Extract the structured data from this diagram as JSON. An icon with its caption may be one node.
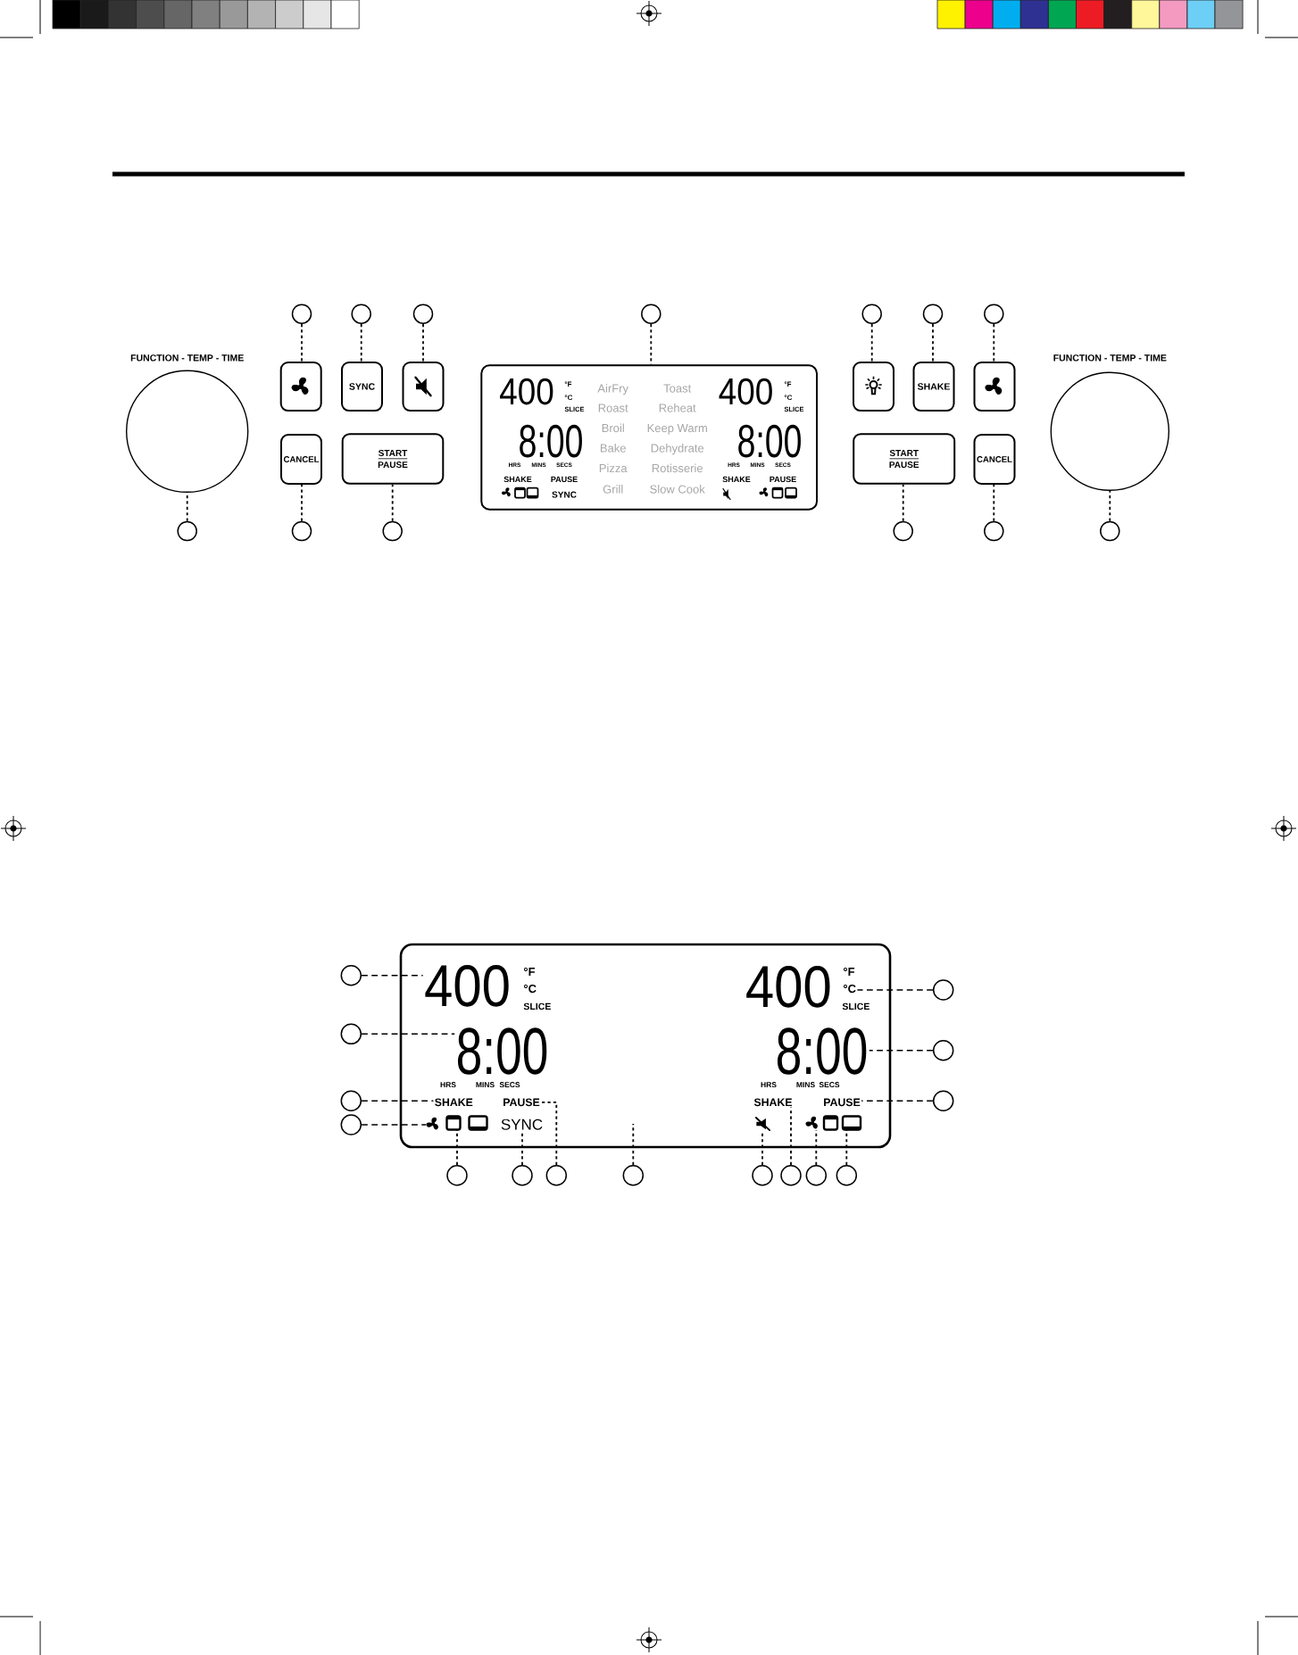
{
  "diagram": {
    "nodes": [
      {
        "text": [
          "FUNCTION - TEMP - TIME"
        ]
      },
      {
        "text": [],
        "shape": "box"
      },
      {
        "text": [
          "SYNC"
        ]
      },
      {
        "text": [],
        "shape": "box"
      },
      {
        "text": [
          "CANCEL"
        ]
      },
      {
        "text": [
          "START",
          "PAUSE"
        ]
      },
      {
        "text": [
          "400",
          "°F",
          "°C",
          "SLICE",
          "8:00",
          "HRS",
          "MINS",
          "SECS",
          "SHAKE",
          "PAUSE",
          "SYNC",
          "AirFry",
          "Toast",
          "Roast",
          "Reheat",
          "Broil",
          "Keep Warm",
          "Bake",
          "Dehydrate",
          "Pizza",
          "Rotisserie",
          "Grill",
          "Slow Cook",
          "400",
          "°F",
          "°C",
          "SLICE",
          "8:00",
          "HRS",
          "MINS",
          "SECS",
          "SHAKE",
          "PAUSE"
        ]
      },
      {
        "text": [],
        "shape": "box"
      },
      {
        "text": [
          "SHAKE"
        ]
      },
      {
        "text": [],
        "shape": "box"
      },
      {
        "text": [
          "START",
          "PAUSE"
        ]
      },
      {
        "text": [
          "CANCEL"
        ]
      },
      {
        "text": [
          "FUNCTION - TEMP - TIME"
        ]
      },
      {
        "text": [],
        "shape": "circle"
      },
      {
        "text": [],
        "shape": "circle"
      },
      {
        "text": [],
        "shape": "circle"
      },
      {
        "text": [],
        "shape": "circle"
      },
      {
        "text": [],
        "shape": "circle"
      },
      {
        "text": [],
        "shape": "circle"
      },
      {
        "text": [],
        "shape": "circle"
      },
      {
        "text": [],
        "shape": "circle"
      },
      {
        "text": [],
        "shape": "circle"
      },
      {
        "text": [],
        "shape": "circle"
      },
      {
        "text": [],
        "shape": "circle"
      },
      {
        "text": [],
        "shape": "circle"
      },
      {
        "text": [],
        "shape": "circle"
      },
      {
        "text": [
          "°F",
          "°C",
          "SLICE",
          "HRS",
          "MINS",
          "SECS",
          "400",
          "°F",
          "SLICE",
          "HRS",
          "MINS",
          "SECS"
        ]
      },
      {
        "text": [
          "400"
        ],
        "in": 26
      },
      {
        "text": [
          "8:00"
        ],
        "in": 26
      },
      {
        "text": [
          "SHAKE"
        ],
        "in": 26
      },
      {
        "text": [
          "PAUSE"
        ],
        "in": 26
      },
      {
        "text": [],
        "shape": "picture",
        "in": 26
      },
      {
        "text": [],
        "shape": "picture",
        "in": 26
      },
      {
        "text": [
          "SYNC"
        ],
        "in": 26
      },
      {
        "text": [
          "°C"
        ],
        "in": 26
      },
      {
        "text": [
          "8:00"
        ],
        "in": 26
      },
      {
        "text": [
          "SHAKE"
        ],
        "in": 26
      },
      {
        "text": [
          "PAUSE"
        ],
        "in": 26
      },
      {
        "text": [],
        "shape": "picture",
        "in": 26
      },
      {
        "text": [],
        "shape": "picture",
        "in": 26
      },
      {
        "text": [],
        "shape": "picture",
        "in": 26
      },
      {
        "text": [],
        "shape": "circle"
      },
      {
        "text": [],
        "shape": "circle"
      },
      {
        "text": [],
        "shape": "circle"
      },
      {
        "text": [],
        "shape": "circle"
      },
      {
        "text": [],
        "shape": "circle"
      },
      {
        "text": [],
        "shape": "circle"
      },
      {
        "text": [],
        "shape": "circle"
      },
      {
        "text": [],
        "shape": "circle"
      },
      {
        "text": [],
        "shape": "circle"
      },
      {
        "text": [],
        "shape": "circle"
      },
      {
        "text": [],
        "shape": "circle"
      },
      {
        "text": [],
        "shape": "circle"
      },
      {
        "text": [],
        "shape": "circle"
      },
      {
        "text": [],
        "shape": "circle"
      },
      {
        "text": [],
        "shape": "circle"
      }
    ],
    "edges": [
      {
        "from": 13,
        "to": 1,
        "arrow": "none"
      },
      {
        "from": 14,
        "to": 2,
        "arrow": "none"
      },
      {
        "from": 15,
        "to": 3,
        "arrow": "none"
      },
      {
        "from": 16,
        "to": 6,
        "arrow": "none"
      },
      {
        "from": 17,
        "to": 7,
        "arrow": "none"
      },
      {
        "from": 18,
        "to": 8,
        "arrow": "none"
      },
      {
        "from": 19,
        "to": 9,
        "arrow": "none"
      },
      {
        "from": 20,
        "to": 0,
        "arrow": "none"
      },
      {
        "from": 21,
        "to": 4,
        "arrow": "none"
      },
      {
        "from": 22,
        "to": 5,
        "arrow": "none"
      },
      {
        "from": 23,
        "to": 10,
        "arrow": "none"
      },
      {
        "from": 24,
        "to": 11,
        "arrow": "none"
      },
      {
        "from": 25,
        "to": 12,
        "arrow": "none"
      },
      {
        "from": 41,
        "to": 27,
        "arrow": "none",
        "style": "dashed"
      },
      {
        "from": 42,
        "to": 28,
        "arrow": "none",
        "style": "dashed"
      },
      {
        "from": 43,
        "to": 29,
        "arrow": "none",
        "style": "dashed"
      },
      {
        "from": 44,
        "to": 31,
        "arrow": "none",
        "style": "dashed"
      },
      {
        "from": 45,
        "to": 32,
        "arrow": "none"
      },
      {
        "from": 46,
        "to": 33,
        "arrow": "none"
      },
      {
        "from": 47,
        "to": 30,
        "arrow": "none"
      },
      {
        "from": 48,
        "to": null,
        "arrow": "none"
      },
      {
        "from": 49,
        "to": 38,
        "arrow": "none"
      },
      {
        "from": 50,
        "to": 36,
        "arrow": "none"
      },
      {
        "from": 51,
        "to": 39,
        "arrow": "none"
      },
      {
        "from": 52,
        "to": 40,
        "arrow": "none"
      },
      {
        "from": 53,
        "to": 34,
        "arrow": "none",
        "style": "dashed"
      },
      {
        "from": 54,
        "to": 35,
        "arrow": "none",
        "style": "dashed"
      },
      {
        "from": 55,
        "to": 37,
        "arrow": "none",
        "style": "dashed"
      }
    ]
  }
}
